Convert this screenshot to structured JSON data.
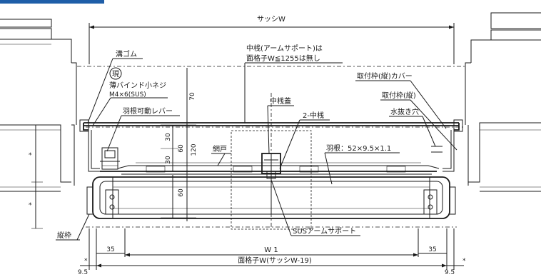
{
  "labels": {
    "sash_w": "サッシW",
    "groove_rubber": "溝ゴム",
    "current": "現",
    "thin_binding_screw": "薄バインド小ネジ",
    "screw_spec": "M4×6(SUS)",
    "louver_lever": "羽根可動レバー",
    "mid_bar_note_1": "中桟(アームサポート)は",
    "mid_bar_note_2": "面格子W≦1255は無し",
    "mid_bar_cover": "中桟蓋",
    "two_mid_bar": "2-中桟",
    "frame_cover": "取付枠(縦)カバー",
    "frame_vertical": "取付枠(縦)",
    "drain_hole": "水抜き穴",
    "screen_door": "網戸",
    "louver_spec": "羽根：52×9.5×1.1",
    "sus_arm_support": "SUSアームサポート",
    "vertical_frame": "縦枠",
    "w1": "W 1",
    "grille_w": "面格子W(サッシW-19)"
  },
  "dimensions": {
    "d70": "70",
    "d30a": "30",
    "d60a": "60",
    "d120": "120",
    "d30b": "30",
    "d60b": "60",
    "d35_left": "35",
    "d35_right": "35",
    "d95_left": "9.5",
    "d95_right": "9.5",
    "star": "*"
  }
}
